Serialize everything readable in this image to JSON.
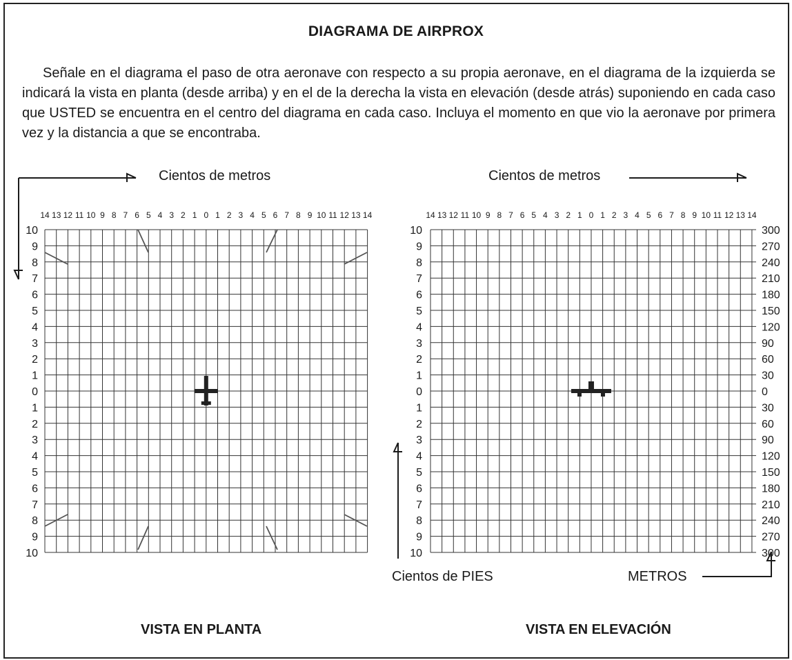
{
  "title": "DIAGRAMA DE AIRPROX",
  "instructions": "Señale en el diagrama el paso de otra aeronave con respecto a su propia aeronave, en el diagrama de la izquierda se indicará la vista en planta (desde arriba) y en el de la derecha la vista en elevación (desde atrás) suponiendo en cada caso que USTED se encuentra en el centro del diagrama en cada caso. Incluya el momento en que vio la aeronave  por primera vez y la distancia a que se encontraba.",
  "plan_view": {
    "top_label": "Cientos de metros",
    "bottom_label": "VISTA EN PLANTA",
    "x_ticks": [
      "14",
      "13",
      "12",
      "11",
      "10",
      "9",
      "8",
      "7",
      "6",
      "5",
      "4",
      "3",
      "2",
      "1",
      "0",
      "1",
      "2",
      "3",
      "4",
      "5",
      "6",
      "7",
      "8",
      "9",
      "10",
      "11",
      "12",
      "13",
      "14"
    ],
    "y_ticks": [
      "10",
      "9",
      "8",
      "7",
      "6",
      "5",
      "4",
      "3",
      "2",
      "1",
      "0",
      "1",
      "2",
      "3",
      "4",
      "5",
      "6",
      "7",
      "8",
      "9",
      "10"
    ]
  },
  "elevation_view": {
    "top_label": "Cientos de metros",
    "bottom_label": "VISTA EN ELEVACIÓN",
    "left_label": "Cientos de PIES",
    "right_label": "METROS",
    "x_ticks": [
      "14",
      "13",
      "12",
      "11",
      "10",
      "9",
      "8",
      "7",
      "6",
      "5",
      "4",
      "3",
      "2",
      "1",
      "0",
      "1",
      "2",
      "3",
      "4",
      "5",
      "6",
      "7",
      "8",
      "9",
      "10",
      "11",
      "12",
      "13",
      "14"
    ],
    "y_ticks": [
      "10",
      "9",
      "8",
      "7",
      "6",
      "5",
      "4",
      "3",
      "2",
      "1",
      "0",
      "1",
      "2",
      "3",
      "4",
      "5",
      "6",
      "7",
      "8",
      "9",
      "10"
    ],
    "right_ticks": [
      "300",
      "270",
      "240",
      "210",
      "180",
      "150",
      "120",
      "90",
      "60",
      "30",
      "0",
      "30",
      "60",
      "90",
      "120",
      "150",
      "180",
      "210",
      "240",
      "270",
      "300"
    ]
  },
  "colors": {
    "ink": "#1a1a1a",
    "grid": "#333333",
    "aircraft": "#222222"
  }
}
